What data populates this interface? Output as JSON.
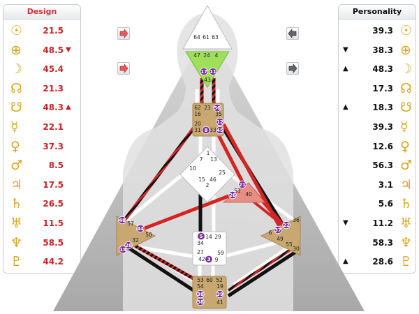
{
  "design": {
    "title": "Design",
    "planets": [
      {
        "icon": "sun-icon",
        "glyph": "☉",
        "value": "21.5",
        "mark": ""
      },
      {
        "icon": "earth-icon",
        "glyph": "⊕",
        "value": "48.5",
        "mark": "▼"
      },
      {
        "icon": "moon-icon",
        "glyph": "☽",
        "value": "45.4",
        "mark": ""
      },
      {
        "icon": "north-node-icon",
        "glyph": "☊",
        "value": "21.3",
        "mark": ""
      },
      {
        "icon": "south-node-icon",
        "glyph": "☋",
        "value": "48.3",
        "mark": "▲"
      },
      {
        "icon": "mercury-icon",
        "glyph": "☿",
        "value": "22.1",
        "mark": ""
      },
      {
        "icon": "venus-icon",
        "glyph": "♀",
        "value": "37.3",
        "mark": ""
      },
      {
        "icon": "mars-icon",
        "glyph": "♂",
        "value": "8.5",
        "mark": ""
      },
      {
        "icon": "jupiter-icon",
        "glyph": "♃",
        "value": "17.5",
        "mark": ""
      },
      {
        "icon": "saturn-icon",
        "glyph": "♄",
        "value": "26.5",
        "mark": ""
      },
      {
        "icon": "uranus-icon",
        "glyph": "♅",
        "value": "11.5",
        "mark": ""
      },
      {
        "icon": "neptune-icon",
        "glyph": "♆",
        "value": "58.5",
        "mark": ""
      },
      {
        "icon": "pluto-icon",
        "glyph": "♇",
        "value": "44.2",
        "mark": ""
      }
    ]
  },
  "personality": {
    "title": "Personality",
    "planets": [
      {
        "icon": "sun-icon",
        "glyph": "☉",
        "value": "39.3",
        "mark": ""
      },
      {
        "icon": "earth-icon",
        "glyph": "⊕",
        "value": "38.3",
        "mark": "▼"
      },
      {
        "icon": "moon-icon",
        "glyph": "☽",
        "value": "48.3",
        "mark": "▲"
      },
      {
        "icon": "north-node-icon",
        "glyph": "☊",
        "value": "17.3",
        "mark": ""
      },
      {
        "icon": "south-node-icon",
        "glyph": "☋",
        "value": "18.3",
        "mark": "▲"
      },
      {
        "icon": "mercury-icon",
        "glyph": "☿",
        "value": "39.3",
        "mark": ""
      },
      {
        "icon": "venus-icon",
        "glyph": "♀",
        "value": "12.6",
        "mark": ""
      },
      {
        "icon": "mars-icon",
        "glyph": "♂",
        "value": "56.3",
        "mark": ""
      },
      {
        "icon": "jupiter-icon",
        "glyph": "♃",
        "value": "3.1",
        "mark": ""
      },
      {
        "icon": "saturn-icon",
        "glyph": "♄",
        "value": "5.6",
        "mark": ""
      },
      {
        "icon": "uranus-icon",
        "glyph": "♅",
        "value": "11.2",
        "mark": "▼"
      },
      {
        "icon": "neptune-icon",
        "glyph": "♆",
        "value": "58.3",
        "mark": ""
      },
      {
        "icon": "pluto-icon",
        "glyph": "♇",
        "value": "28.6",
        "mark": "▲"
      }
    ]
  },
  "colors": {
    "design_red": "#cc2222",
    "personality_black": "#111111",
    "gold": "#d9a520",
    "defined_center": "#c8a870",
    "ajna_green": "#9ee05a",
    "gate_purple": "#7b2f9a"
  },
  "centers": {
    "head": [
      "64",
      "61",
      "63"
    ],
    "ajna": [
      "47",
      "24",
      "4",
      "17",
      "11",
      "43"
    ],
    "throat": [
      "62",
      "23",
      "56",
      "16",
      "35",
      "20",
      "12",
      "31",
      "8",
      "33",
      "45"
    ],
    "g": [
      "1",
      "7",
      "13",
      "10",
      "25",
      "15",
      "46",
      "2"
    ],
    "heart": [
      "21",
      "51",
      "26",
      "40"
    ],
    "spleen": [
      "48",
      "57",
      "44",
      "50",
      "32",
      "28",
      "18"
    ],
    "solar": [
      "36",
      "22",
      "37",
      "6",
      "49",
      "55",
      "30"
    ],
    "sacral": [
      "5",
      "14",
      "29",
      "34",
      "27",
      "59",
      "42",
      "3",
      "9"
    ],
    "root": [
      "53",
      "60",
      "52",
      "54",
      "19",
      "38",
      "39",
      "58",
      "41"
    ]
  }
}
